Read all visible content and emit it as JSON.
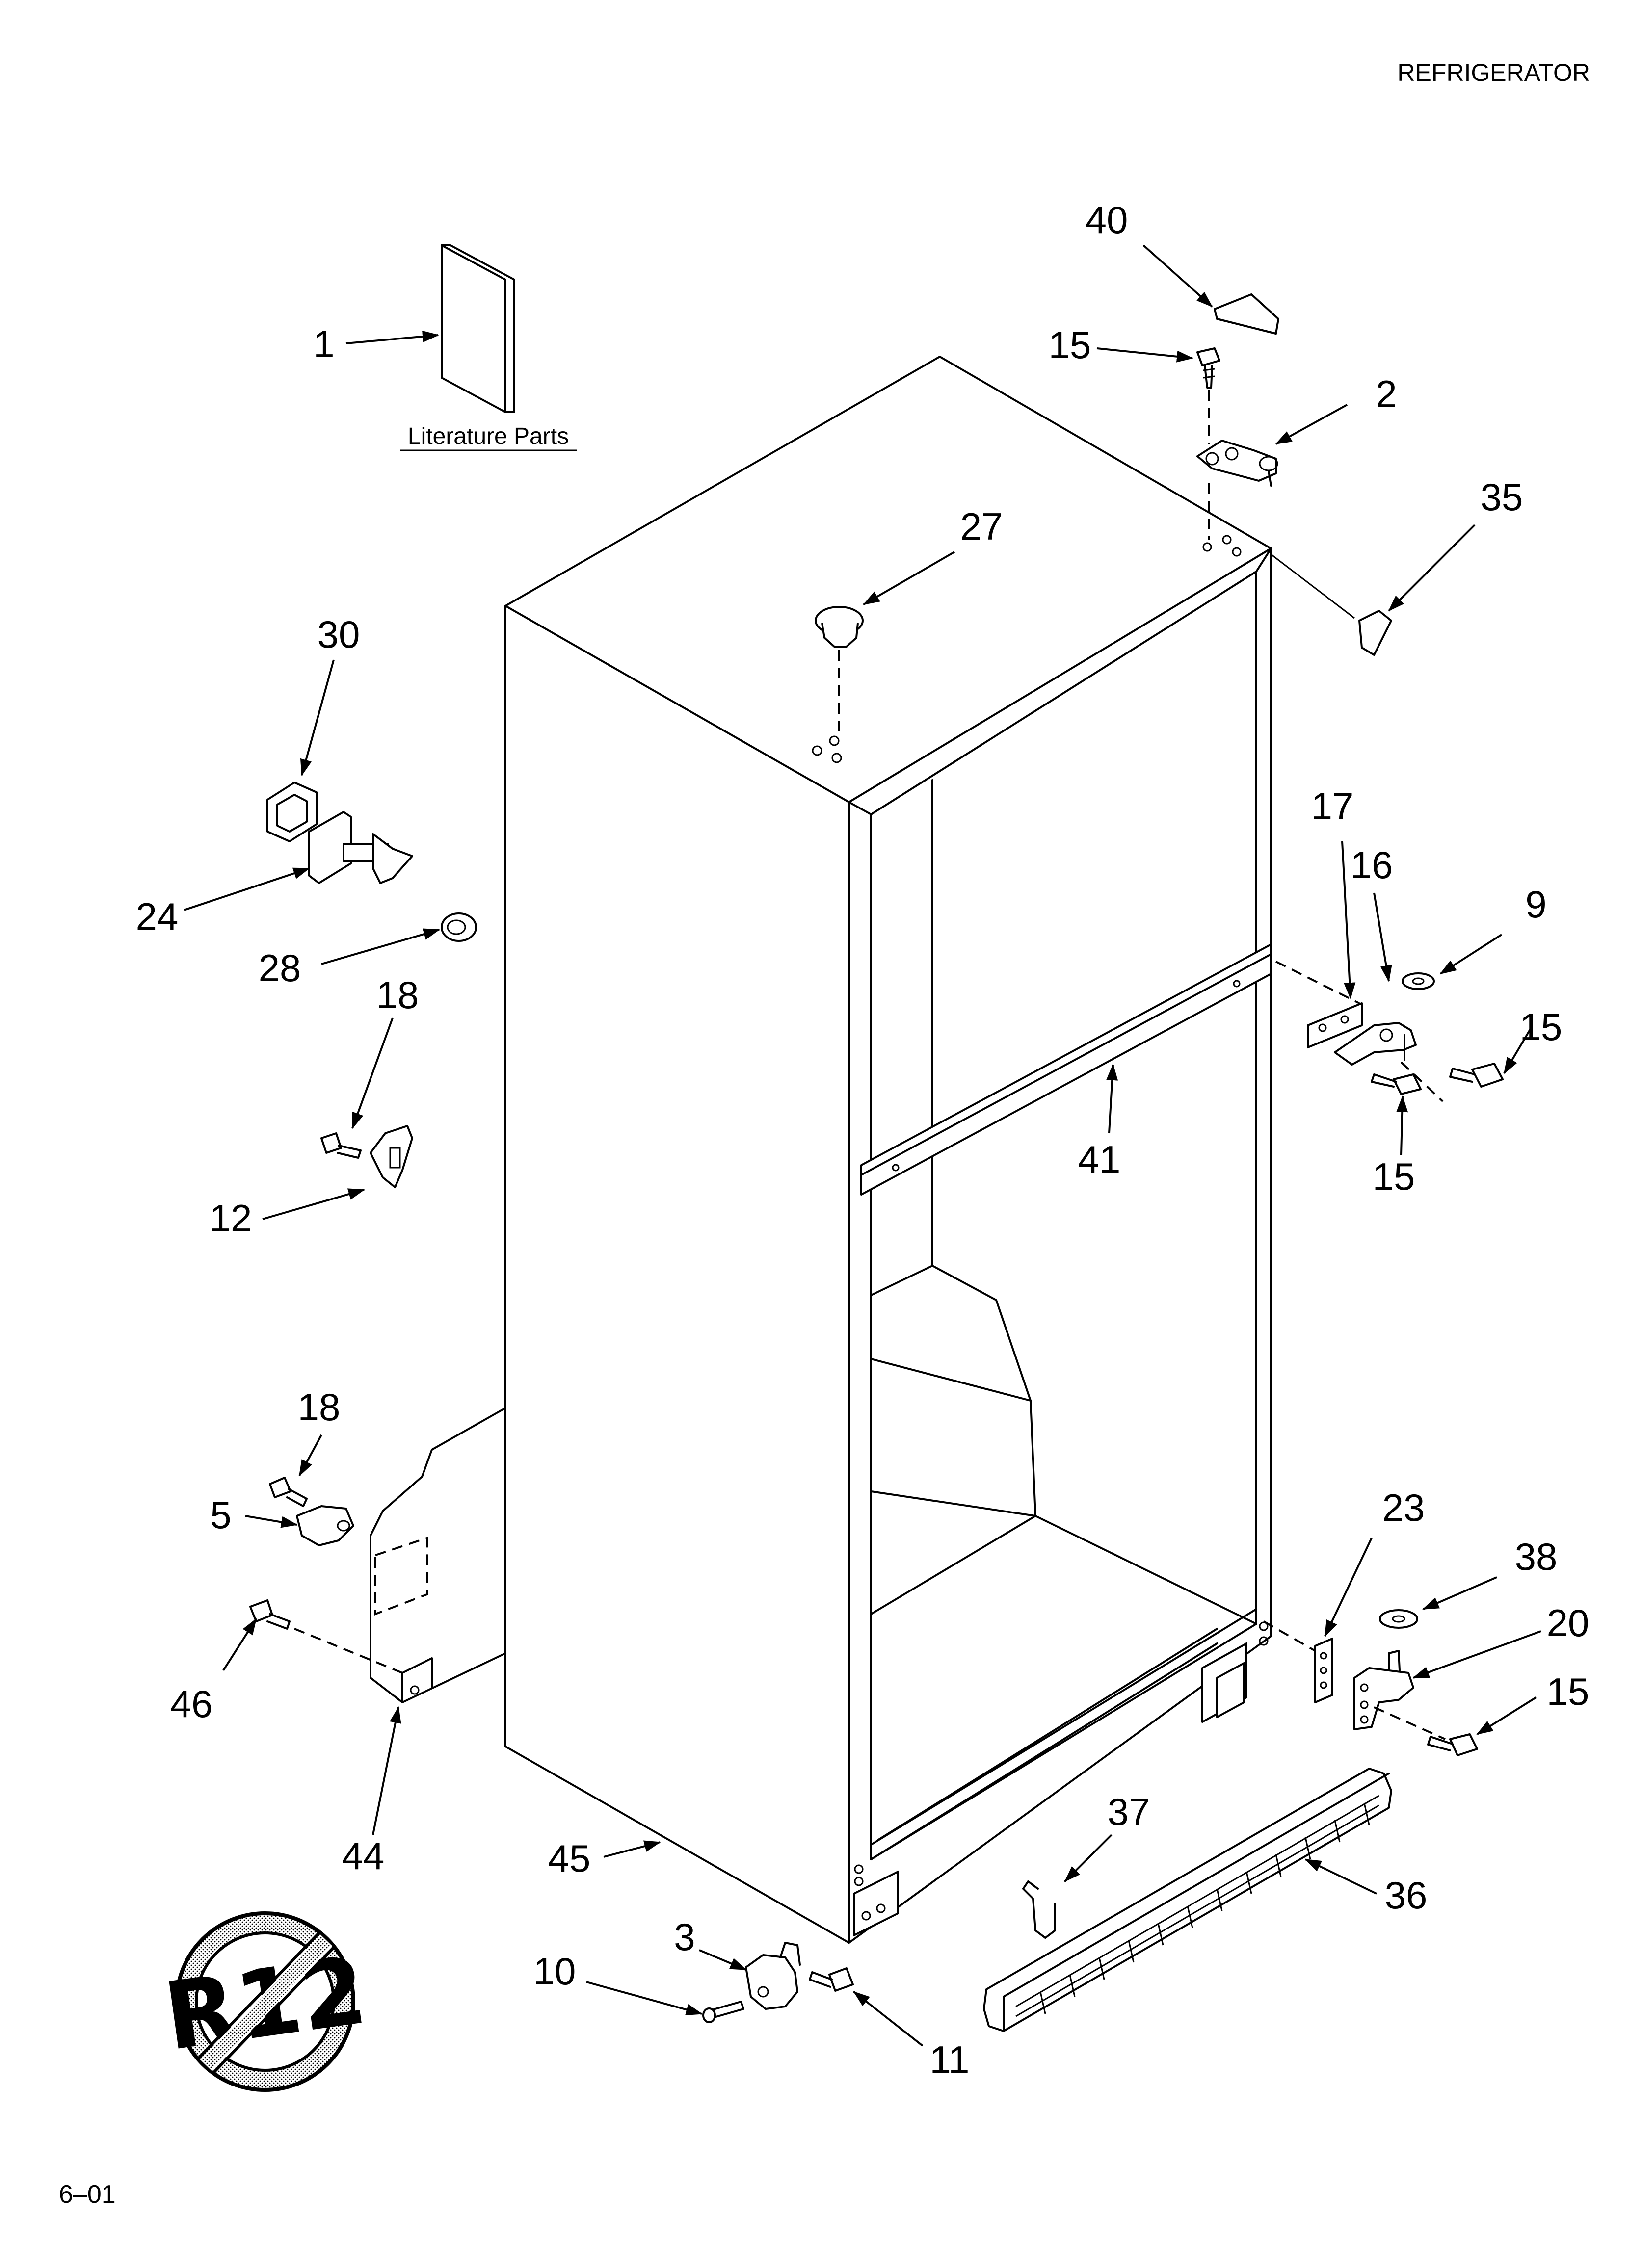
{
  "header": {
    "title": "REFRIGERATOR"
  },
  "footer": {
    "date_code": "6–01"
  },
  "literature": {
    "label": "Literature Parts"
  },
  "no_r12_logo": {
    "text": "R12"
  },
  "callouts": [
    {
      "id": "c1",
      "label": "1"
    },
    {
      "id": "c40",
      "label": "40"
    },
    {
      "id": "c15a",
      "label": "15"
    },
    {
      "id": "c2",
      "label": "2"
    },
    {
      "id": "c35",
      "label": "35"
    },
    {
      "id": "c27",
      "label": "27"
    },
    {
      "id": "c30",
      "label": "30"
    },
    {
      "id": "c24",
      "label": "24"
    },
    {
      "id": "c28",
      "label": "28"
    },
    {
      "id": "c18a",
      "label": "18"
    },
    {
      "id": "c12",
      "label": "12"
    },
    {
      "id": "c17",
      "label": "17"
    },
    {
      "id": "c16",
      "label": "16"
    },
    {
      "id": "c9",
      "label": "9"
    },
    {
      "id": "c15b",
      "label": "15"
    },
    {
      "id": "c41",
      "label": "41"
    },
    {
      "id": "c15c",
      "label": "15"
    },
    {
      "id": "c18b",
      "label": "18"
    },
    {
      "id": "c5",
      "label": "5"
    },
    {
      "id": "c46",
      "label": "46"
    },
    {
      "id": "c44",
      "label": "44"
    },
    {
      "id": "c45",
      "label": "45"
    },
    {
      "id": "c23",
      "label": "23"
    },
    {
      "id": "c38",
      "label": "38"
    },
    {
      "id": "c20",
      "label": "20"
    },
    {
      "id": "c15d",
      "label": "15"
    },
    {
      "id": "c37",
      "label": "37"
    },
    {
      "id": "c36",
      "label": "36"
    },
    {
      "id": "c3",
      "label": "3"
    },
    {
      "id": "c10",
      "label": "10"
    },
    {
      "id": "c11",
      "label": "11"
    }
  ]
}
